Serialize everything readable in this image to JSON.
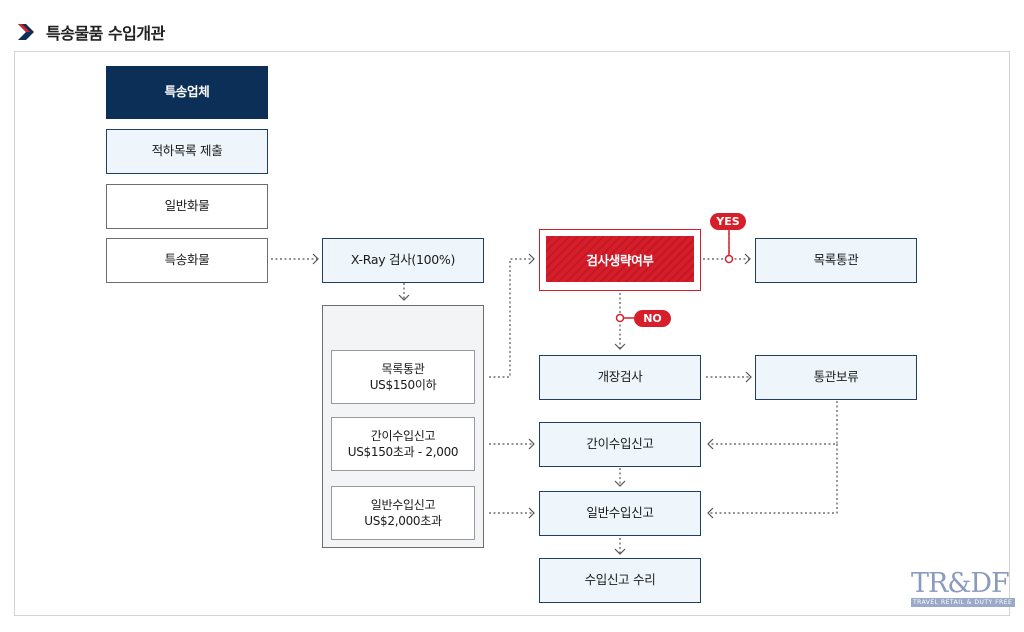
{
  "header": {
    "title": "특송물품 수입개관"
  },
  "left": {
    "courier": "특송업체",
    "manifest": "적하목록 제출",
    "general_cargo": "일반화물",
    "express_cargo": "특송화물"
  },
  "xray": "X-Ray 검사(100%)",
  "group": {
    "list_clearance": [
      "목록통관",
      "US$150이하"
    ],
    "simple_declaration": [
      "간이수입신고",
      "US$150초과 - 2,000"
    ],
    "general_declaration": [
      "일반수입신고",
      "US$2,000초과"
    ]
  },
  "decision": "검사생략여부",
  "labels": {
    "yes": "YES",
    "no": "NO"
  },
  "right": {
    "list_clearance": "목록통관",
    "opening_inspection": "개장검사",
    "clearance_hold": "통관보류",
    "simple_declaration": "간이수입신고",
    "general_declaration": "일반수입신고",
    "acceptance": "수입신고 수리"
  },
  "logo": {
    "main": "TR&DF",
    "sub": "TRAVEL RETAIL & DUTY FREE"
  },
  "colors": {
    "navy": "#0c2f57",
    "red": "#d71f2b",
    "box_fill": "#eef6fb",
    "line": "#555555"
  }
}
